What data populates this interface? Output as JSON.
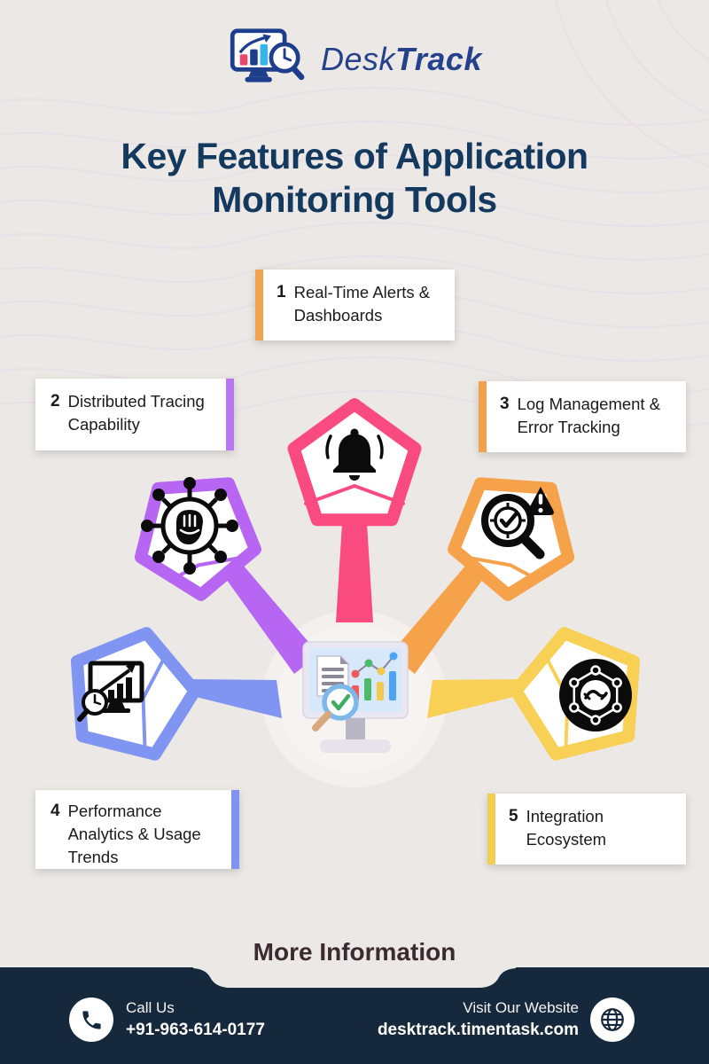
{
  "logo": {
    "brand_first": "Desk",
    "brand_second": "Track"
  },
  "title": {
    "line1": "Key Features of Application",
    "line2": "Monitoring Tools"
  },
  "features": [
    {
      "number": "1",
      "label": "Real-Time Alerts & Dashboards",
      "accent_color": "#F0A24E",
      "accent_side": "left"
    },
    {
      "number": "2",
      "label": "Distributed Tracing Capability",
      "accent_color": "#B877F0",
      "accent_side": "right"
    },
    {
      "number": "3",
      "label": "Log Management & Error Tracking",
      "accent_color": "#F0A24E",
      "accent_side": "left"
    },
    {
      "number": "4",
      "label": "Performance Analytics & Usage Trends",
      "accent_color": "#8093F5",
      "accent_side": "right"
    },
    {
      "number": "5",
      "label": "Integration Ecosystem",
      "accent_color": "#F2CD52",
      "accent_side": "left"
    }
  ],
  "diagram": {
    "icons": {
      "alerts": "bell-icon",
      "tracing": "network-fist-icon",
      "logs": "magnifier-warning-icon",
      "performance": "chart-growth-magnifier-icon",
      "integration": "network-handshake-icon",
      "center": "monitoring-dashboard-illustration"
    },
    "pentagon_colors": {
      "alerts": "#FA4B81",
      "tracing": "#B666F2",
      "logs": "#F5A24B",
      "performance": "#8095F2",
      "integration": "#F7D055"
    }
  },
  "more_information": "More Information",
  "footer": {
    "call_label": "Call Us",
    "phone_number": "+91-963-614-0177",
    "website_label": "Visit Our Website",
    "website_url": "desktrack.timentask.com"
  },
  "colors": {
    "background": "#ECE8E5",
    "title_navy": "#14395F",
    "logo_blue": "#24418C",
    "footer_navy": "#16293C",
    "more_info_text": "#3A2B31"
  }
}
